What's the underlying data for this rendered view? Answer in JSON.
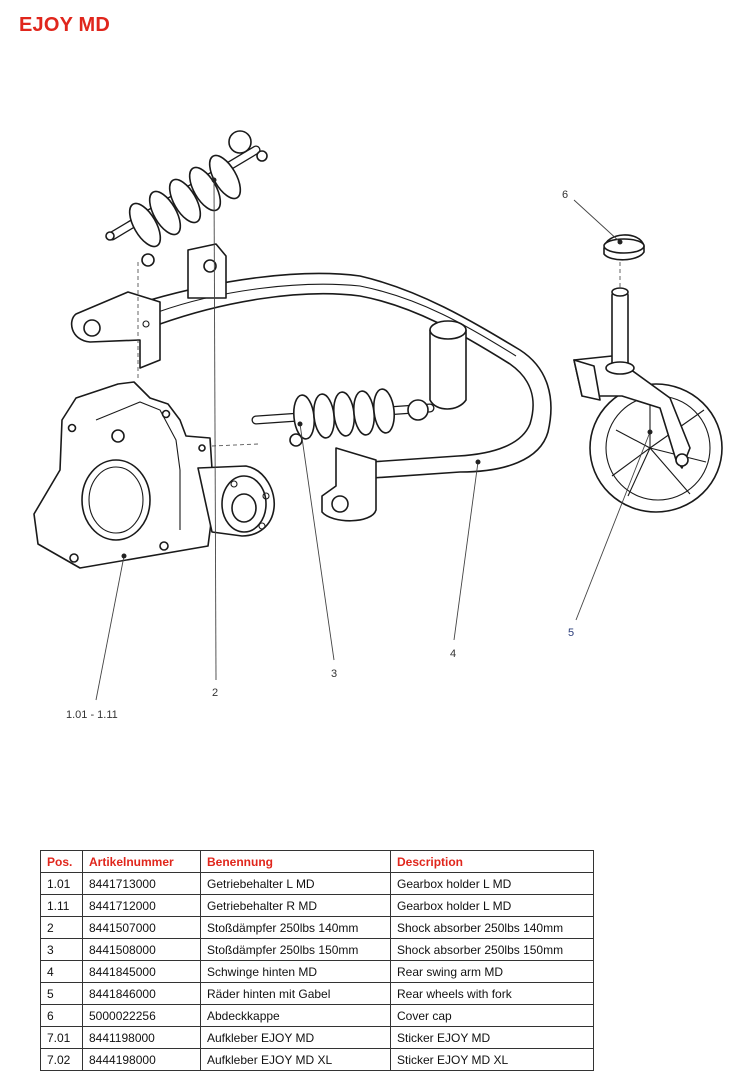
{
  "page": {
    "title": "EJOY MD"
  },
  "diagram": {
    "callouts": [
      {
        "id": "c101",
        "label": "1.01 - 1.11"
      },
      {
        "id": "c2",
        "label": "2"
      },
      {
        "id": "c3",
        "label": "3"
      },
      {
        "id": "c4",
        "label": "4"
      },
      {
        "id": "c5",
        "label": "5"
      },
      {
        "id": "c6",
        "label": "6"
      }
    ]
  },
  "table": {
    "headers": [
      "Pos.",
      "Artikelnummer",
      "Benennung",
      "Description"
    ],
    "rows": [
      [
        "1.01",
        "8441713000",
        "Getriebehalter L MD",
        "Gearbox holder L MD"
      ],
      [
        "1.11",
        "8441712000",
        "Getriebehalter R MD",
        "Gearbox holder L MD"
      ],
      [
        "2",
        "8441507000",
        "Stoßdämpfer 250lbs 140mm",
        "Shock absorber 250lbs 140mm"
      ],
      [
        "3",
        "8441508000",
        "Stoßdämpfer 250lbs 150mm",
        "Shock absorber 250lbs 150mm"
      ],
      [
        "4",
        "8441845000",
        "Schwinge hinten MD",
        "Rear swing arm MD"
      ],
      [
        "5",
        "8441846000",
        "Räder hinten mit Gabel",
        "Rear wheels with fork"
      ],
      [
        "6",
        "5000022256",
        "Abdeckkappe",
        "Cover cap"
      ],
      [
        "7.01",
        "8441198000",
        "Aufkleber EJOY MD",
        "Sticker EJOY MD"
      ],
      [
        "7.02",
        "8444198000",
        "Aufkleber EJOY MD XL",
        "Sticker EJOY MD XL"
      ]
    ]
  }
}
